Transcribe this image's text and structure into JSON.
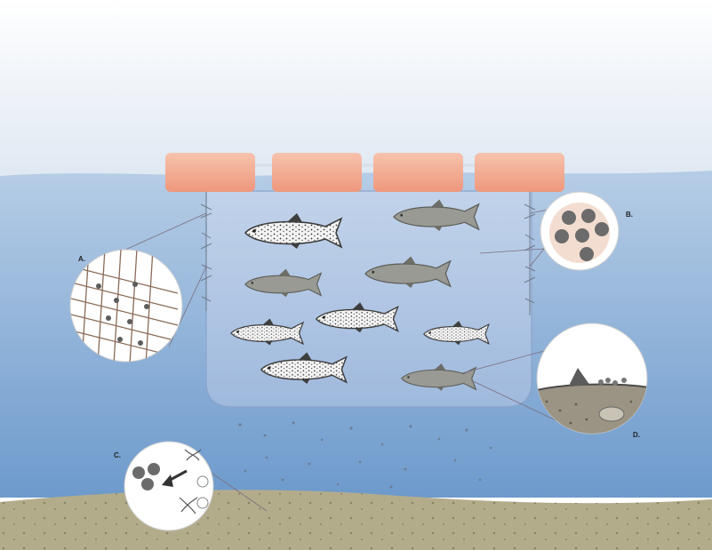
{
  "labels": {
    "a": "A.",
    "b": "B.",
    "c": "C.",
    "d": "D."
  },
  "colors": {
    "sky_top": "#ffffff",
    "sky_bottom": "#dfe8f2",
    "water_top": "#b6cde6",
    "water_bottom": "#6d9acc",
    "seabed": "#b3ac8b",
    "float": "#f2a88e",
    "cage": "#9db5d9",
    "fish_gray": "#9a9a94",
    "fish_spotted": "#f2f2f2",
    "fish_outline": "#3e3e3e",
    "parasite": "#6b6b6b",
    "callout_line": "#8a6e6e"
  },
  "icons": [
    "salmon",
    "sea-lice-net",
    "virus-particles",
    "gene-transfer-dna",
    "seabed-sediment-pathogens"
  ],
  "scene": {
    "float_count": 4,
    "fish": [
      {
        "style": "spotted"
      },
      {
        "style": "gray"
      },
      {
        "style": "gray"
      },
      {
        "style": "gray"
      },
      {
        "style": "spotted"
      },
      {
        "style": "spotted"
      },
      {
        "style": "spotted"
      },
      {
        "style": "spotted"
      },
      {
        "style": "gray"
      }
    ]
  }
}
